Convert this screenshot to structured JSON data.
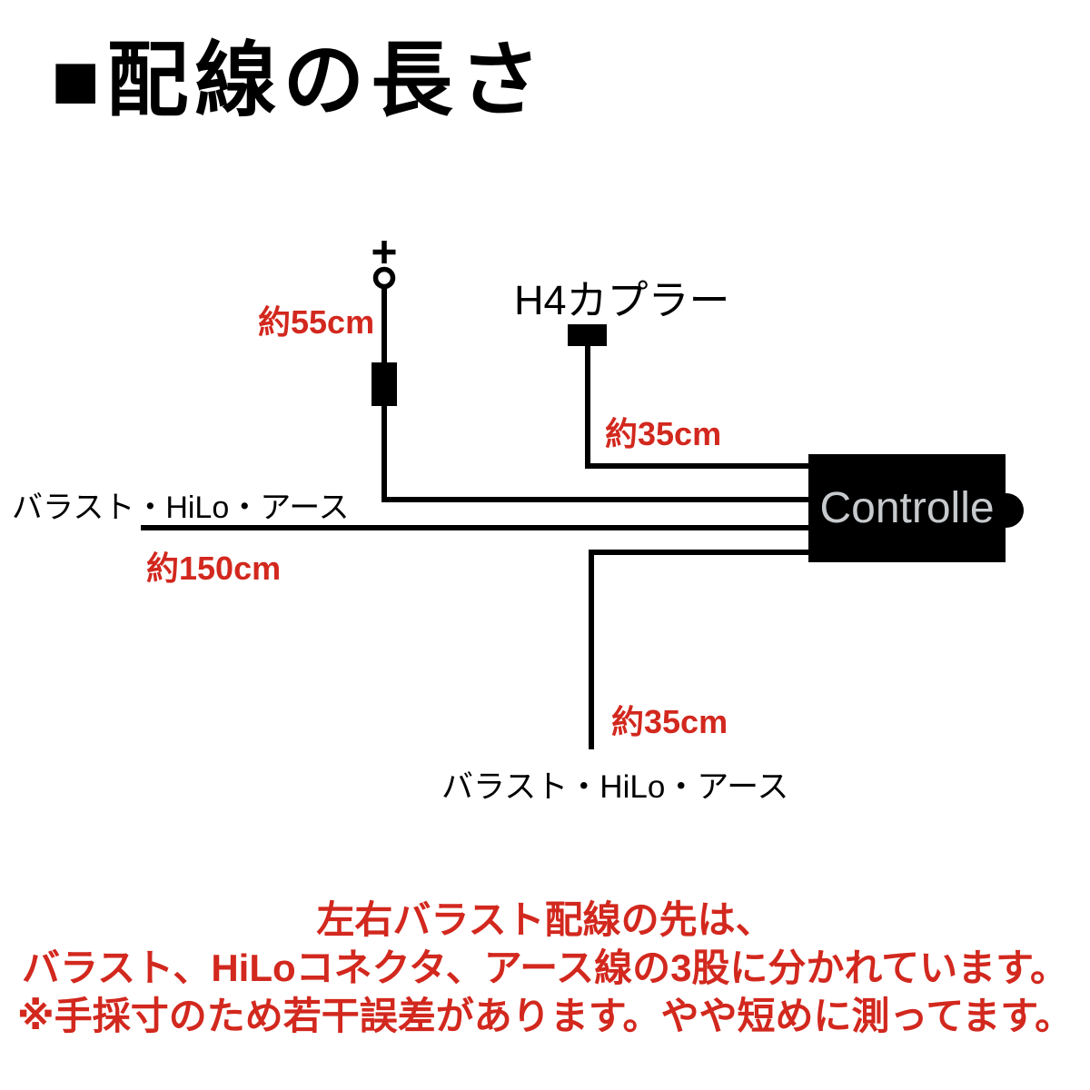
{
  "title": "■配線の長さ",
  "colors": {
    "accent_red": "#d2281e",
    "wire_black": "#000000",
    "controller_text_gray": "#c7cacd",
    "background": "#ffffff"
  },
  "diagram": {
    "battery_terminal": {
      "plus_symbol": "+",
      "icon": "ring-terminal-icon"
    },
    "fuse_icon": "fuse-block",
    "h4_connector_label": "H4カプラー",
    "controller_label": "Controlle",
    "left_wire_label": "バラスト・HiLo・アース",
    "bottom_wire_label": "バラスト・HiLo・アース",
    "lengths": {
      "battery_wire": "約55cm",
      "h4_wire": "約35cm",
      "main_wire": "約150cm",
      "bottom_wire": "約35cm"
    }
  },
  "footer": {
    "line1": "左右バラスト配線の先は、",
    "line2": "バラスト、HiLoコネクタ、アース線の3股に分かれています。",
    "line3": "※手採寸のため若干誤差があります。やや短めに測ってます。"
  }
}
